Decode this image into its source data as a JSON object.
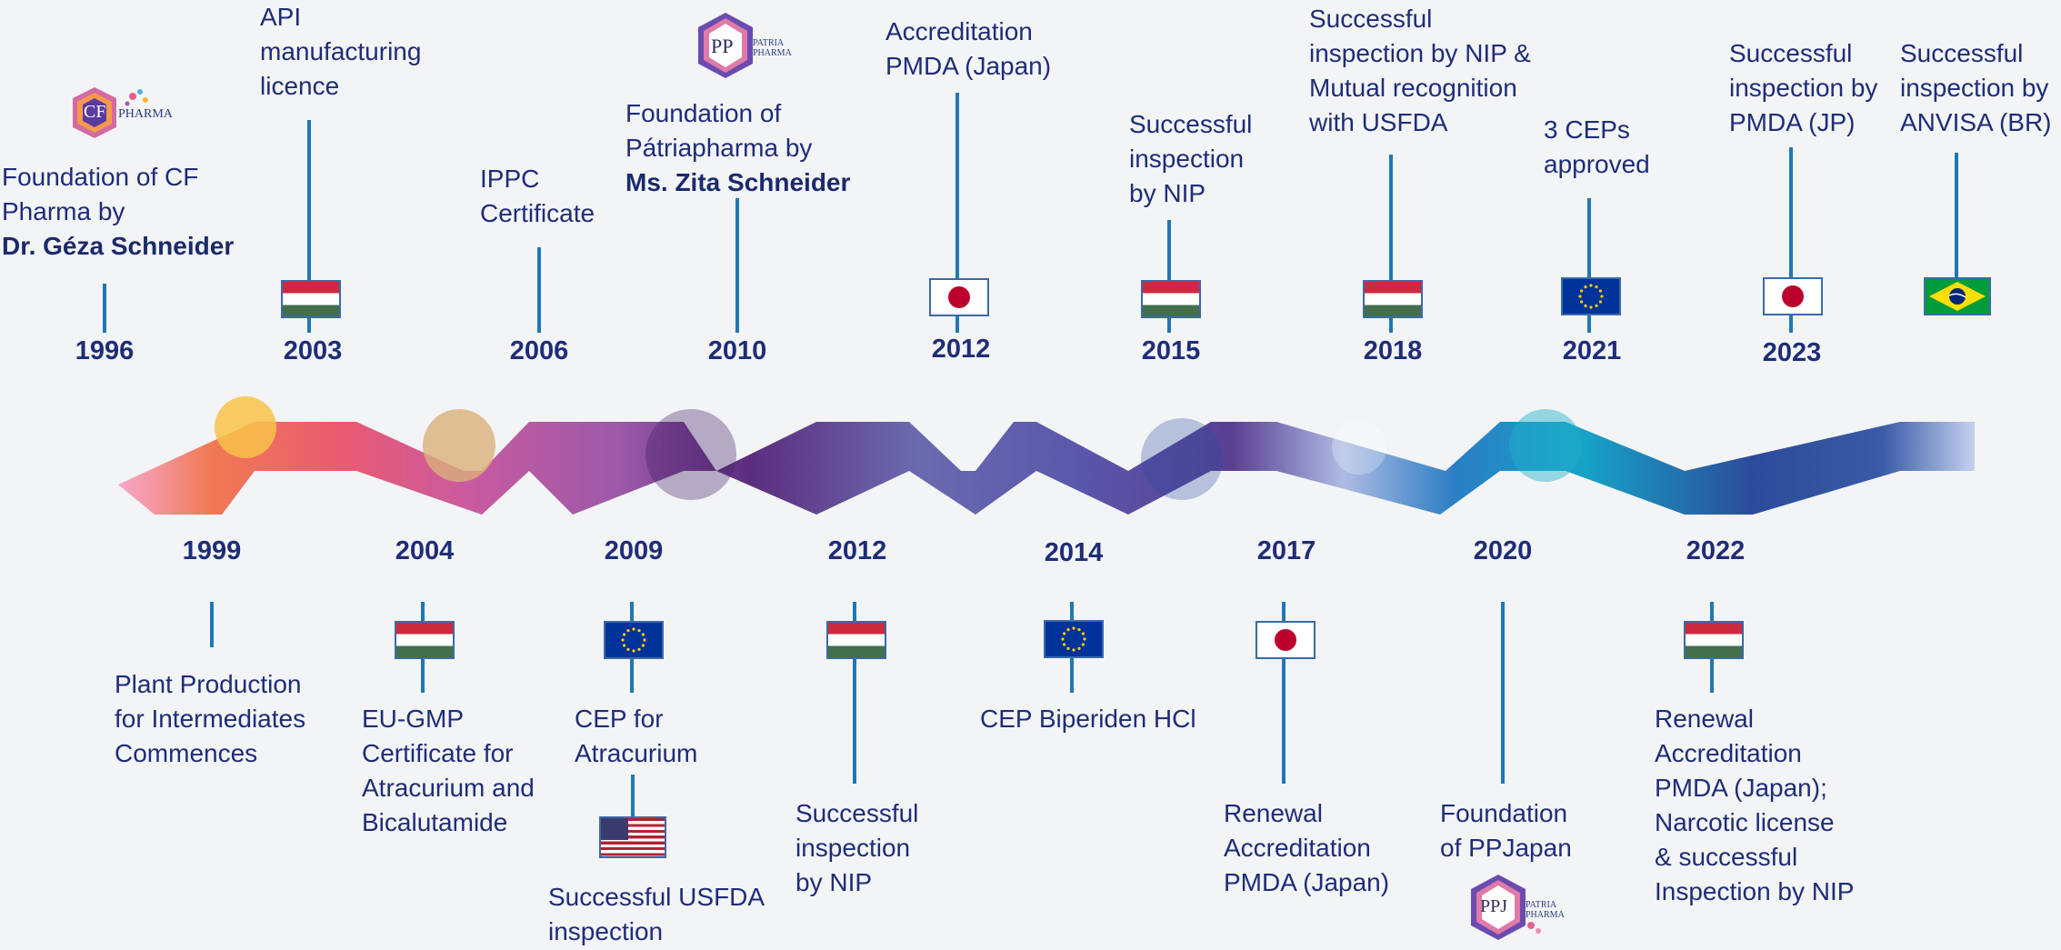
{
  "top": [
    {
      "year": "1996",
      "lines": [
        "Foundation of CF",
        "Pharma by"
      ],
      "bold": "Dr. Géza Schneider"
    },
    {
      "year": "2003",
      "lines": [
        "API",
        "manufacturing",
        "licence"
      ],
      "flag": "hungary-flag"
    },
    {
      "year": "2006",
      "lines": [
        "IPPC",
        "Certificate"
      ]
    },
    {
      "year": "2010",
      "lines": [
        "Foundation of",
        "Pátriapharma by"
      ],
      "bold": "Ms. Zita Schneider"
    },
    {
      "year": "2012",
      "lines": [
        "Accreditation",
        "PMDA (Japan)"
      ],
      "flag": "japan-flag"
    },
    {
      "year": "2015",
      "lines": [
        "Successful",
        "inspection",
        "by NIP"
      ],
      "flag": "hungary-flag"
    },
    {
      "year": "2018",
      "lines": [
        "Successful",
        "inspection by NIP &",
        "Mutual recognition",
        "with USFDA"
      ],
      "flag": "hungary-flag"
    },
    {
      "year": "2021",
      "lines": [
        "3 CEPs",
        "approved"
      ],
      "flag": "eu-flag"
    },
    {
      "year": "2023",
      "lines": [
        "Successful",
        "inspection by",
        "PMDA (JP)"
      ],
      "flag": "japan-flag"
    },
    {
      "year": "",
      "lines": [
        "Successful",
        "inspection by",
        "ANVISA (BR)"
      ],
      "flag": "brazil-flag"
    }
  ],
  "bottom": [
    {
      "year": "1999",
      "lines": [
        "Plant Production",
        "for Intermediates",
        "Commences"
      ]
    },
    {
      "year": "2004",
      "lines": [
        "EU-GMP",
        "Certificate for",
        "Atracurium and",
        "Bicalutamide"
      ],
      "flag": "hungary-flag"
    },
    {
      "year": "2009",
      "lines": [
        "CEP for",
        "Atracurium"
      ],
      "flag": "eu-flag",
      "extra_flag": "usa-flag",
      "extra_lines": [
        "Successful USFDA",
        "inspection"
      ]
    },
    {
      "year": "2012",
      "lines": [
        "Successful",
        "inspection",
        "by NIP"
      ],
      "flag": "hungary-flag"
    },
    {
      "year": "2014",
      "lines": [
        "CEP Biperiden HCl"
      ],
      "flag": "eu-flag"
    },
    {
      "year": "2017",
      "lines": [
        "Renewal",
        "Accreditation",
        "PMDA (Japan)"
      ],
      "flag": "japan-flag"
    },
    {
      "year": "2020",
      "lines": [
        "Foundation",
        "of PPJapan"
      ]
    },
    {
      "year": "2022",
      "lines": [
        "Renewal",
        "Accreditation",
        "PMDA (Japan);",
        "Narcotic license",
        "& successful",
        "Inspection by NIP"
      ],
      "flag": "hungary-flag"
    }
  ],
  "logos": {
    "cf": {
      "mark": "CF",
      "text": "PHARMA"
    },
    "pp": {
      "mark": "PP",
      "text": "PATRIA PHARMA"
    },
    "ppj": {
      "mark": "PPJ",
      "text": "PATRIA PHARMA"
    }
  },
  "colors": {
    "accent_line": "#1f78b4",
    "text": "#1e2d78"
  }
}
